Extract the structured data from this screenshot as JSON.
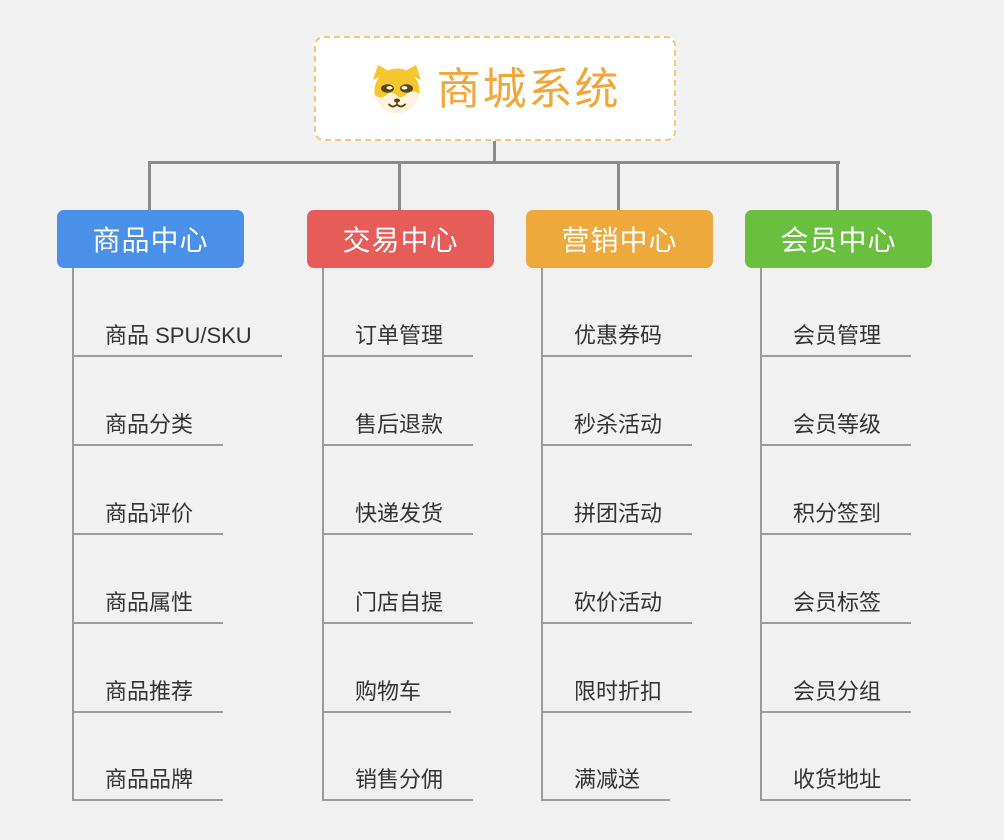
{
  "root": {
    "title": "商城系统",
    "icon": "shiba-dog-icon"
  },
  "branches": [
    {
      "label": "商品中心",
      "color": "#4a8fe8",
      "items": [
        "商品 SPU/SKU",
        "商品分类",
        "商品评价",
        "商品属性",
        "商品推荐",
        "商品品牌"
      ]
    },
    {
      "label": "交易中心",
      "color": "#e65c59",
      "items": [
        "订单管理",
        "售后退款",
        "快递发货",
        "门店自提",
        "购物车",
        "销售分佣"
      ]
    },
    {
      "label": "营销中心",
      "color": "#eda93c",
      "items": [
        "优惠券码",
        "秒杀活动",
        "拼团活动",
        "砍价活动",
        "限时折扣",
        "满减送"
      ]
    },
    {
      "label": "会员中心",
      "color": "#6bbf3f",
      "items": [
        "会员管理",
        "会员等级",
        "积分签到",
        "会员标签",
        "会员分组",
        "收货地址"
      ]
    }
  ],
  "colors": {
    "background": "#f1f1f1",
    "connector_line": "#8b8b8b",
    "item_underline": "#9b9b9b",
    "item_text": "#333333",
    "root_border": "#f3c77b",
    "root_title": "#f0a63a",
    "dog_fur": "#f6c62e",
    "dog_muzzle": "#fdf3df",
    "dog_features": "#5b4312"
  }
}
